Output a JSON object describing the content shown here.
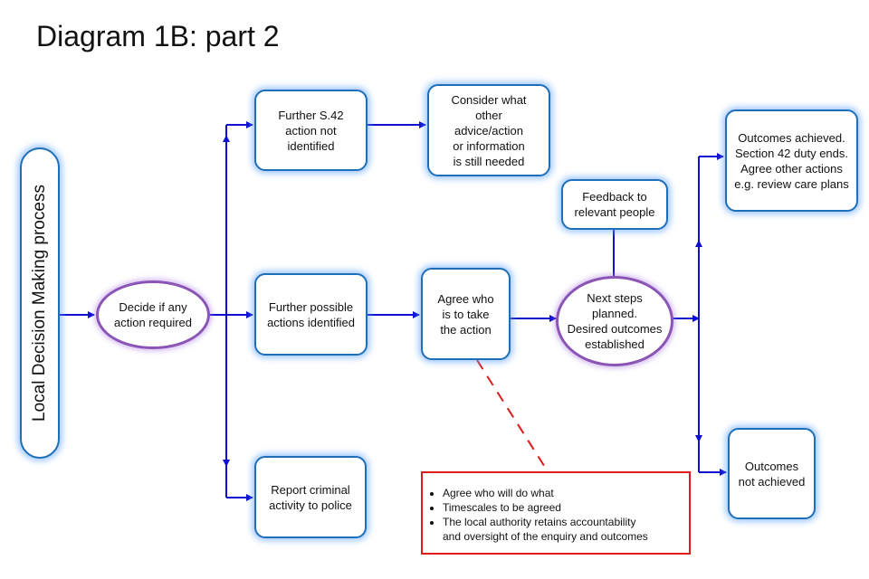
{
  "title": "Diagram 1B: part 2",
  "side_label": "Local Decision Making process",
  "nodes": {
    "decide": "Decide if any\naction required",
    "no_action": "Further S.42\naction not\nidentified",
    "consider": "Consider what\nother\nadvice/action\nor information\nis still needed",
    "possible": "Further possible\nactions identified",
    "agree_who": "Agree who\nis to take\nthe action",
    "next_steps": "Next steps\nplanned.\nDesired outcomes\nestablished",
    "feedback": "Feedback to\nrelevant people",
    "achieved": "Outcomes achieved.\nSection 42 duty ends.\nAgree other actions\ne.g. review care plans",
    "not_achieved": "Outcomes\nnot achieved",
    "report": "Report criminal\nactivity to police"
  },
  "notes": [
    "Agree who will do what",
    "Timescales to be agreed",
    "The local authority retains accountability\nand oversight of the enquiry and outcomes"
  ],
  "colors": {
    "connector": "#1010d0",
    "box_border": "#1f6fb8",
    "oval_border": "#8a55b5",
    "note_border": "#e01b1b"
  }
}
